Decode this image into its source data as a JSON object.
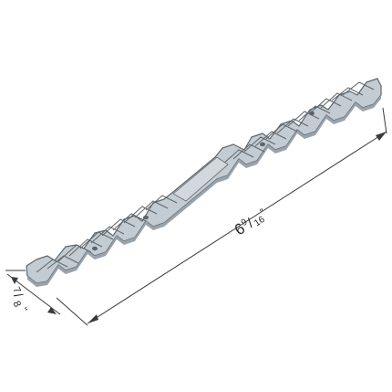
{
  "figure": {
    "product": "corrugated metal wall tie",
    "dimensions": {
      "length": {
        "whole": "6",
        "numerator": "9",
        "denominator": "16",
        "unit": "\""
      },
      "width": {
        "numerator": "7",
        "denominator": "8",
        "unit": "\""
      }
    }
  },
  "colors": {
    "metal_fill": "#c4ccd3",
    "metal_edge": "#5e666d",
    "metal_shadow": "#9aa3ab",
    "hole": "#5b636b",
    "dimension_line": "#3a3a3a",
    "background": "#ffffff"
  }
}
